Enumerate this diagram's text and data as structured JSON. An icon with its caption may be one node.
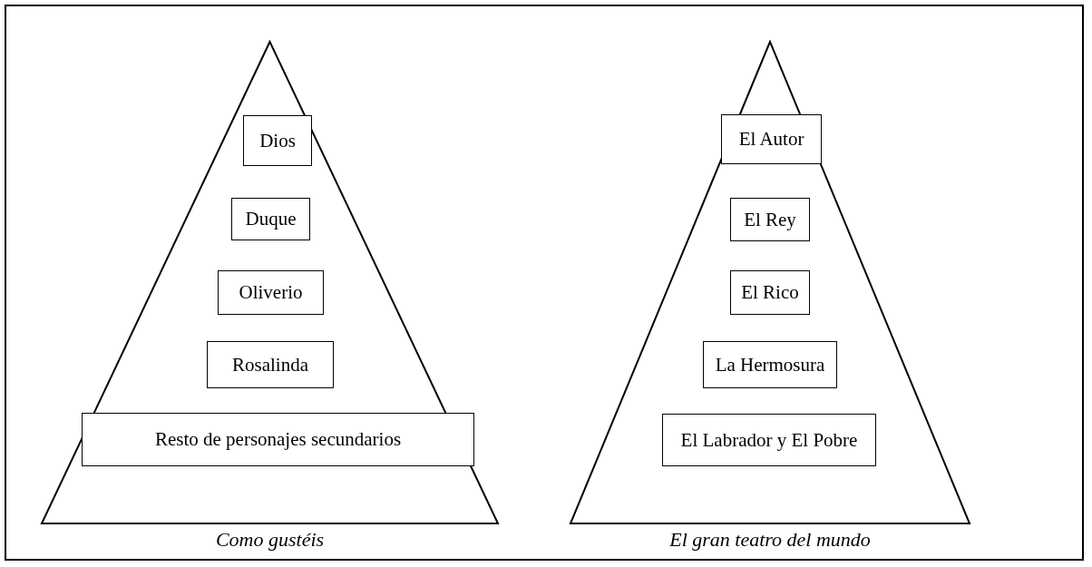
{
  "diagram": {
    "nodes": [
      {
        "text": [],
        "shape": "triangle",
        "beside": [
          "Como gustéis"
        ]
      },
      {
        "text": [
          "Dios"
        ],
        "in": 0
      },
      {
        "text": [
          "Duque"
        ],
        "in": 0
      },
      {
        "text": [
          "Oliverio"
        ],
        "in": 0
      },
      {
        "text": [
          "Rosalinda"
        ],
        "in": 0
      },
      {
        "text": [
          "Resto de personajes secundarios"
        ],
        "in": 0
      },
      {
        "text": [],
        "shape": "triangle",
        "beside": [
          "El gran teatro del mundo"
        ]
      },
      {
        "text": [
          "El Autor"
        ],
        "in": 6
      },
      {
        "text": [
          "El Rey"
        ],
        "in": 6
      },
      {
        "text": [
          "El Rico"
        ],
        "in": 6
      },
      {
        "text": [
          "La Hermosura"
        ],
        "in": 6
      },
      {
        "text": [
          "El Labrador y El Pobre"
        ],
        "in": 6
      }
    ]
  }
}
